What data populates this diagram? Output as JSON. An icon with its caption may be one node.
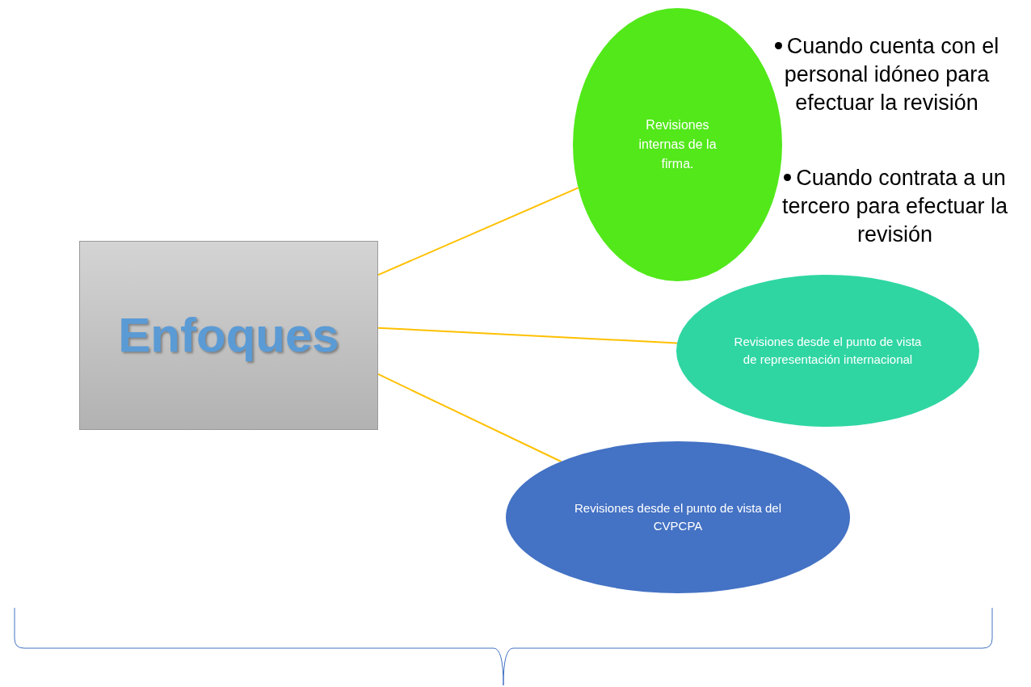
{
  "diagram": {
    "nodes": [
      {
        "text": [
          "Enfoques"
        ]
      },
      {
        "text": [
          "Revisiones internas de la firma."
        ],
        "beside": [
          "Cuando cuenta con el personal idóneo para efectuar la revisión",
          "Cuando contrata a un tercero para efectuar la revisión"
        ]
      },
      {
        "text": [
          "Revisiones desde el punto de vista de representación internacional"
        ]
      },
      {
        "text": [
          "Revisiones desde el punto de vista del CVPCPA"
        ]
      }
    ],
    "edges": [
      {
        "from": 0,
        "to": 1,
        "arrow": "none",
        "color": "#ffc000"
      },
      {
        "from": 0,
        "to": 2,
        "arrow": "none",
        "color": "#ffc000"
      },
      {
        "from": 0,
        "to": 3,
        "arrow": "none",
        "color": "#ffc000"
      }
    ]
  }
}
